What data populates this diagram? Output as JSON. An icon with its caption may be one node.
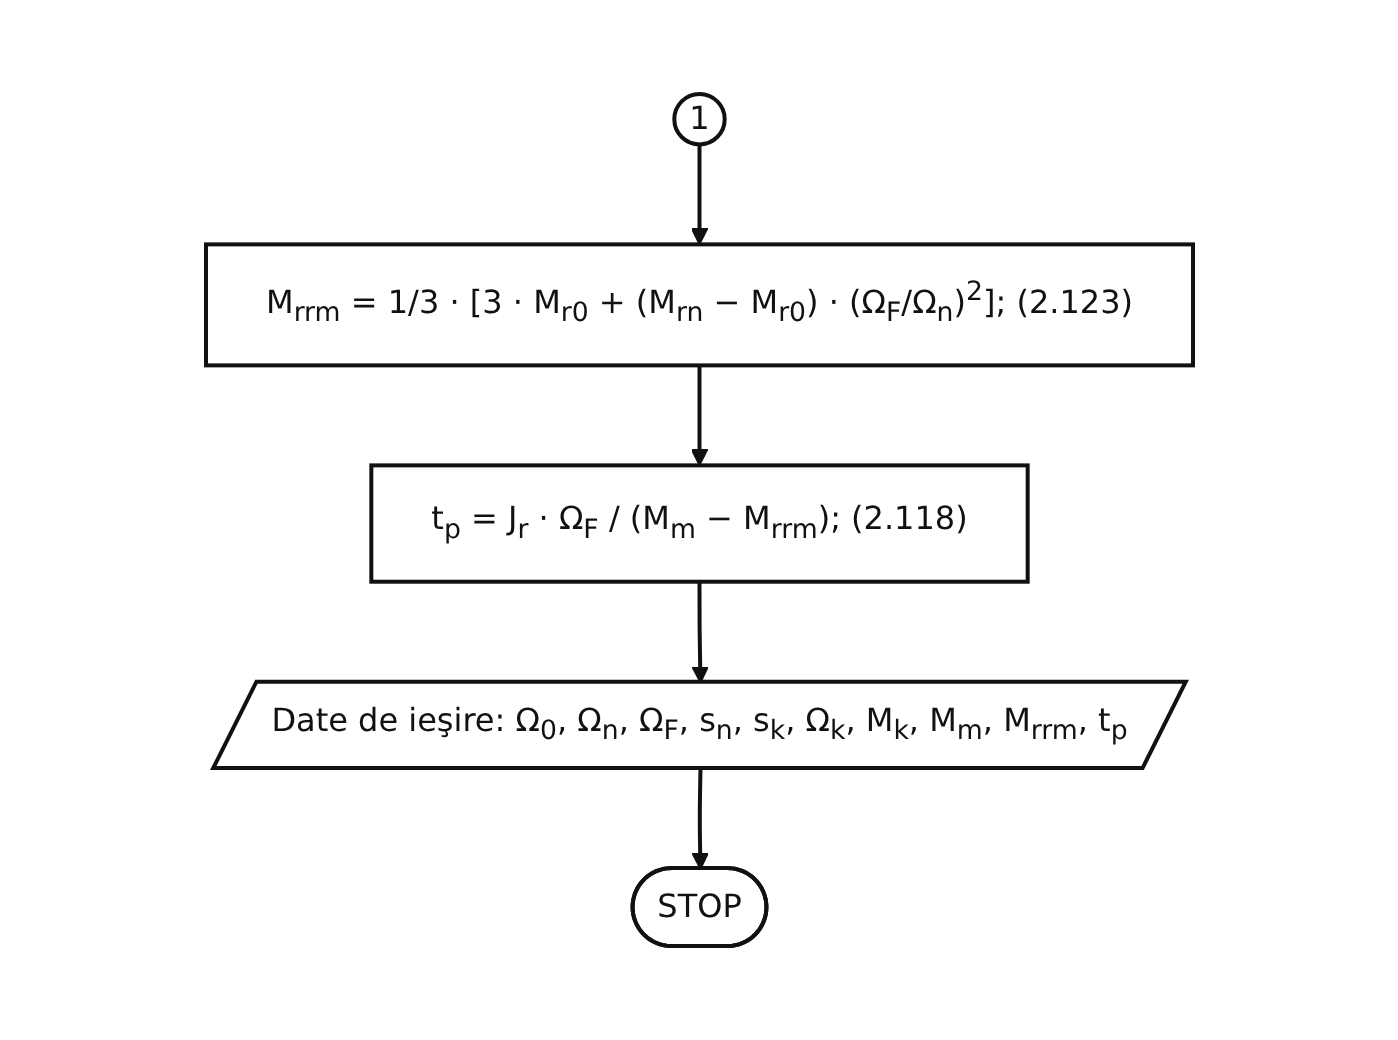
{
  "diagram": {
    "nodes": [
      {
        "text": [
          "1"
        ]
      },
      {
        "text": [
          "M$_{rrm}$ = 1/3 · [3 · M$_{r0}$ + (M$_{rn}$ − M$_{r0}$) · (Ω$_{F}$/Ω$_{n}$)$^{2}$]; (2.123)"
        ]
      },
      {
        "text": [
          "t$_{p}$ = J$_{r}$ · Ω$_{F}$ / (M$_{m}$ − M$_{rrm}$); (2.118)"
        ]
      },
      {
        "text": [
          "Date de ieşire: Ω$_{0}$, Ω$_{n}$, Ω$_{F}$, s$_{n}$, s$_{k}$, Ω$_{k}$, M$_{k}$, M$_{m}$, M$_{rrm}$, t$_{p}$"
        ]
      },
      {
        "text": [
          "STOP"
        ]
      }
    ],
    "edges": [
      {
        "from": 0,
        "to": 1,
        "arrow": "to"
      },
      {
        "from": 1,
        "to": 2,
        "arrow": "to"
      },
      {
        "from": 2,
        "to": 3,
        "arrow": "to"
      },
      {
        "from": 3,
        "to": 4,
        "arrow": "to"
      }
    ]
  }
}
